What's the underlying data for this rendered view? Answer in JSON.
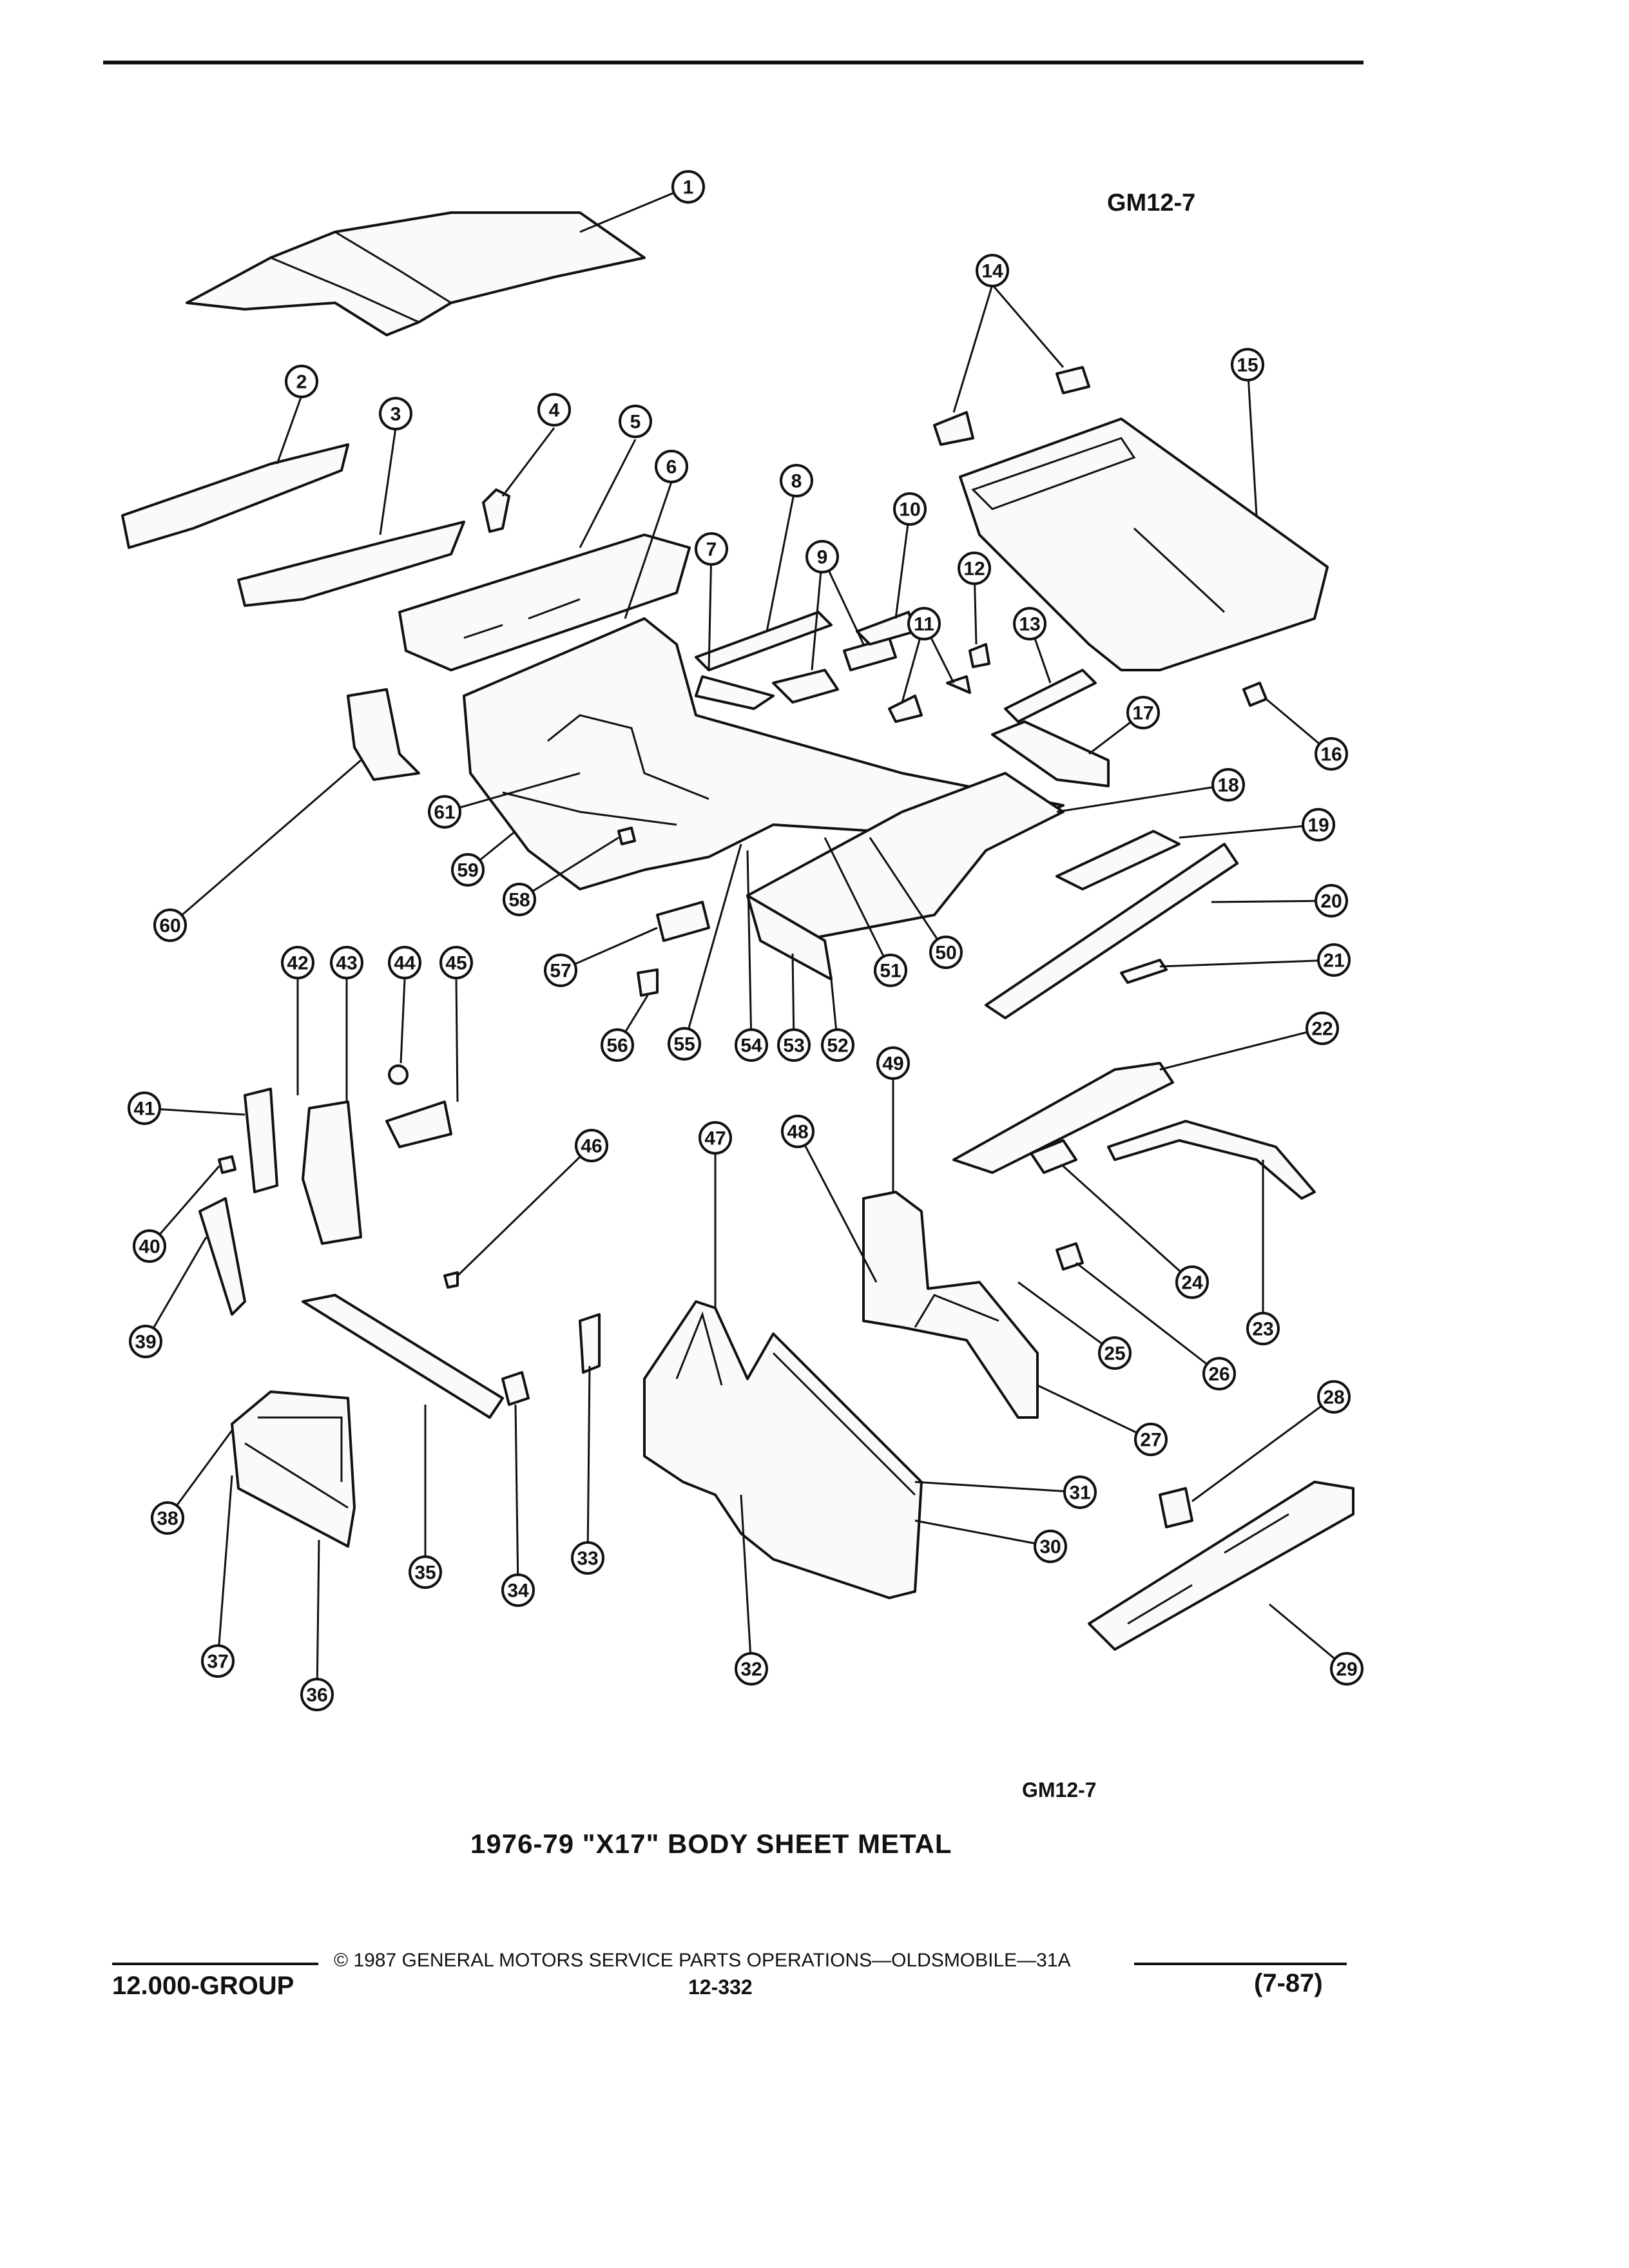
{
  "document": {
    "ref_code_top": "GM12-7",
    "ref_code_bottom": "GM12-7",
    "title": "1976-79 \"X17\" BODY SHEET METAL",
    "footer": {
      "copyright": "© 1987 GENERAL MOTORS SERVICE PARTS OPERATIONS—OLDSMOBILE—31A",
      "group": "12.000-GROUP",
      "page_number": "12-332",
      "revision_date": "(7-87)"
    }
  },
  "callouts": [
    "1",
    "2",
    "3",
    "4",
    "5",
    "6",
    "7",
    "8",
    "9",
    "10",
    "11",
    "12",
    "13",
    "14",
    "15",
    "16",
    "17",
    "18",
    "19",
    "20",
    "21",
    "22",
    "23",
    "24",
    "25",
    "26",
    "27",
    "28",
    "29",
    "30",
    "31",
    "32",
    "33",
    "34",
    "35",
    "36",
    "37",
    "38",
    "39",
    "40",
    "41",
    "42",
    "43",
    "44",
    "45",
    "46",
    "47",
    "48",
    "49",
    "50",
    "51",
    "52",
    "53",
    "54",
    "55",
    "56",
    "57",
    "58",
    "59",
    "60",
    "61"
  ]
}
